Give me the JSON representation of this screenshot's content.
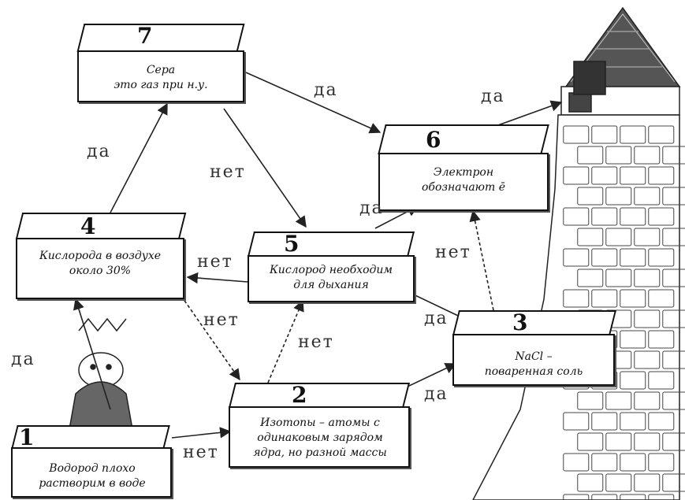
{
  "nodes": {
    "n1": {
      "num": "1",
      "text": [
        "Водород плохо",
        "растворим в воде"
      ]
    },
    "n2": {
      "num": "2",
      "text": [
        "Изотопы – атомы с",
        "одинаковым зарядом",
        "ядра, но разной массы"
      ]
    },
    "n3": {
      "num": "3",
      "text": [
        "NaCl –",
        "поваренная соль"
      ]
    },
    "n4": {
      "num": "4",
      "text": [
        "Кислорода в воздухе",
        "около 30%"
      ]
    },
    "n5": {
      "num": "5",
      "text": [
        "Кислород необходим",
        "для дыхания"
      ]
    },
    "n6": {
      "num": "6",
      "text": [
        "Электрон",
        "обозначают ē"
      ]
    },
    "n7": {
      "num": "7",
      "text": [
        "Сера",
        "это газ при н.у."
      ]
    }
  },
  "edges": [
    {
      "from": "n1",
      "to": "n4",
      "label": "да"
    },
    {
      "from": "n1",
      "to": "n2",
      "label": "нет"
    },
    {
      "from": "n4",
      "to": "n7",
      "label": "да"
    },
    {
      "from": "n4",
      "to": "n2",
      "label": "нет"
    },
    {
      "from": "n7",
      "to": "n6",
      "label": "да"
    },
    {
      "from": "n7",
      "to": "n5",
      "label": "нет"
    },
    {
      "from": "n2",
      "to": "n5",
      "label": "нет"
    },
    {
      "from": "n2",
      "to": "n3",
      "label": "да"
    },
    {
      "from": "n5",
      "to": "n4",
      "label": "нет"
    },
    {
      "from": "n5",
      "to": "n6",
      "label": "да"
    },
    {
      "from": "n3",
      "to": "n5",
      "label": "да"
    },
    {
      "from": "n3",
      "to": "n6",
      "label": "нет"
    },
    {
      "from": "n6",
      "to": "tower",
      "label": "да"
    }
  ],
  "illustrations": [
    "tower",
    "princess"
  ]
}
